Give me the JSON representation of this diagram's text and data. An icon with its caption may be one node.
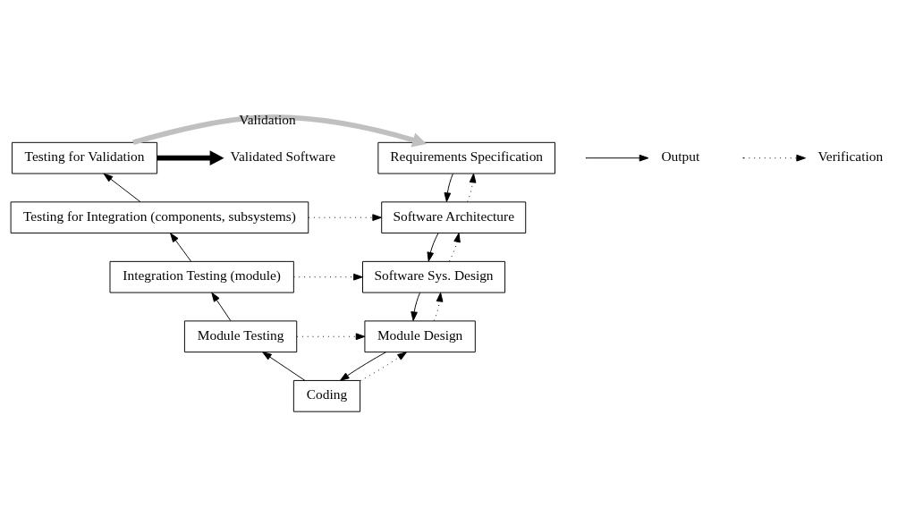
{
  "diagram": {
    "nodes": [
      {
        "text": [
          "Requirements Specification"
        ]
      },
      {
        "text": [
          "Software Architecture"
        ]
      },
      {
        "text": [
          "Software Sys. Design"
        ]
      },
      {
        "text": [
          "Module Design"
        ]
      },
      {
        "text": [
          "Coding"
        ]
      },
      {
        "text": [
          "Module Testing"
        ]
      },
      {
        "text": [
          "Integration Testing (module)"
        ]
      },
      {
        "text": [
          "Testing for Integration (components, subsystems)"
        ]
      },
      {
        "text": [
          "Testing for Validation"
        ]
      },
      {
        "text": [
          "Validated Software"
        ]
      }
    ],
    "edges": [
      {
        "from": 0,
        "to": 1,
        "arrow": "to"
      },
      {
        "from": 1,
        "to": 0,
        "arrow": "to",
        "style": "dashed"
      },
      {
        "from": 1,
        "to": 2,
        "arrow": "to"
      },
      {
        "from": 2,
        "to": 1,
        "arrow": "to",
        "style": "dashed"
      },
      {
        "from": 2,
        "to": 3,
        "arrow": "to"
      },
      {
        "from": 3,
        "to": 2,
        "arrow": "to",
        "style": "dashed"
      },
      {
        "from": 3,
        "to": 4,
        "arrow": "to"
      },
      {
        "from": 4,
        "to": 3,
        "arrow": "to",
        "style": "dashed"
      },
      {
        "from": 4,
        "to": 5,
        "arrow": "to"
      },
      {
        "from": 5,
        "to": 3,
        "arrow": "to",
        "style": "dashed"
      },
      {
        "from": 5,
        "to": 6,
        "arrow": "to"
      },
      {
        "from": 6,
        "to": 2,
        "arrow": "to",
        "style": "dashed"
      },
      {
        "from": 6,
        "to": 7,
        "arrow": "to"
      },
      {
        "from": 7,
        "to": 1,
        "arrow": "to",
        "style": "dashed"
      },
      {
        "from": 7,
        "to": 8,
        "arrow": "to"
      },
      {
        "from": 8,
        "to": 0,
        "arrow": "to",
        "style": "thick",
        "color": "#c0c0c0",
        "label": "Validation"
      },
      {
        "from": 8,
        "to": 9,
        "arrow": "to",
        "style": "thick"
      }
    ],
    "legend": [
      {
        "text": "Output"
      },
      {
        "text": "Verification"
      }
    ]
  }
}
